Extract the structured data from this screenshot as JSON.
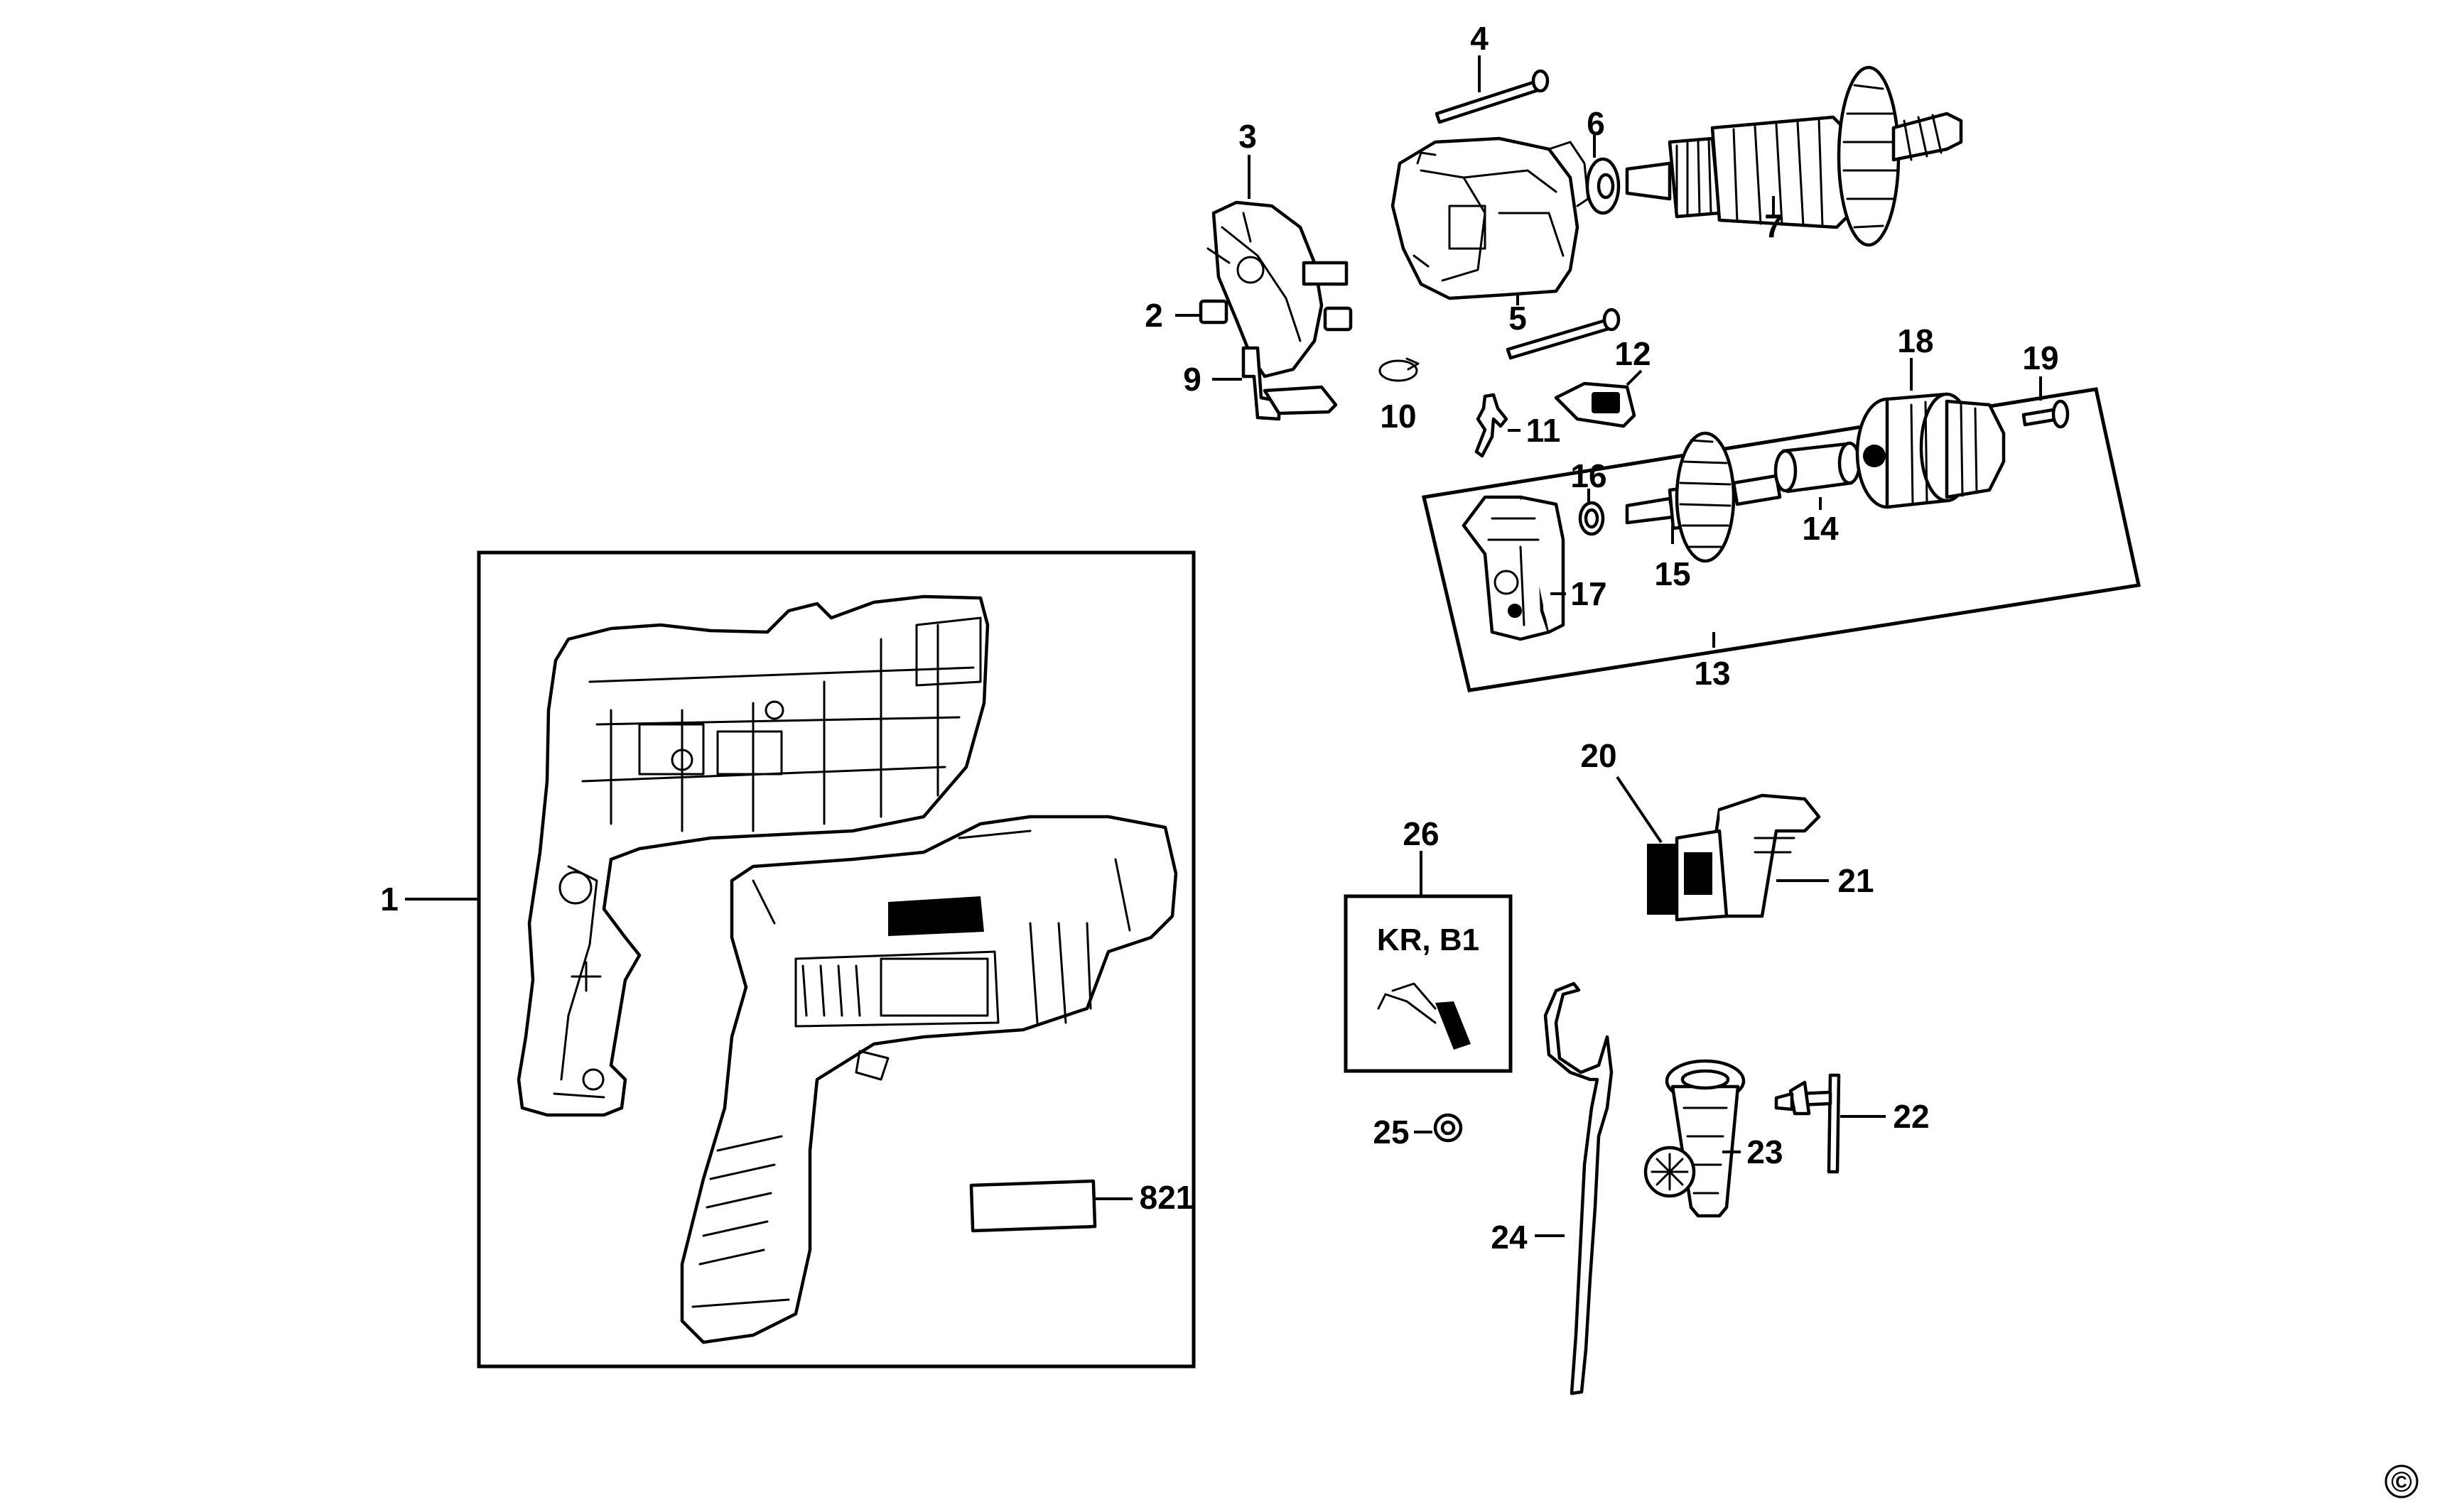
{
  "callouts": [
    {
      "id": "1",
      "text": "1"
    },
    {
      "id": "2",
      "text": "2"
    },
    {
      "id": "3",
      "text": "3"
    },
    {
      "id": "4",
      "text": "4"
    },
    {
      "id": "5",
      "text": "5"
    },
    {
      "id": "6",
      "text": "6"
    },
    {
      "id": "7",
      "text": "7"
    },
    {
      "id": "9",
      "text": "9"
    },
    {
      "id": "10",
      "text": "10"
    },
    {
      "id": "11",
      "text": "11"
    },
    {
      "id": "12",
      "text": "12"
    },
    {
      "id": "13",
      "text": "13"
    },
    {
      "id": "14",
      "text": "14"
    },
    {
      "id": "15",
      "text": "15"
    },
    {
      "id": "16",
      "text": "16"
    },
    {
      "id": "17",
      "text": "17"
    },
    {
      "id": "18",
      "text": "18"
    },
    {
      "id": "19",
      "text": "19"
    },
    {
      "id": "20",
      "text": "20"
    },
    {
      "id": "21",
      "text": "21"
    },
    {
      "id": "22",
      "text": "22"
    },
    {
      "id": "23",
      "text": "23"
    },
    {
      "id": "24",
      "text": "24"
    },
    {
      "id": "25",
      "text": "25"
    },
    {
      "id": "26",
      "text": "26"
    },
    {
      "id": "821",
      "text": "821"
    }
  ],
  "variant_box": {
    "text": "KR, B1"
  },
  "copyright": {
    "text": "©"
  },
  "colors": {
    "line": "#000000",
    "background": "#ffffff",
    "shade": "#bdbdbd"
  }
}
